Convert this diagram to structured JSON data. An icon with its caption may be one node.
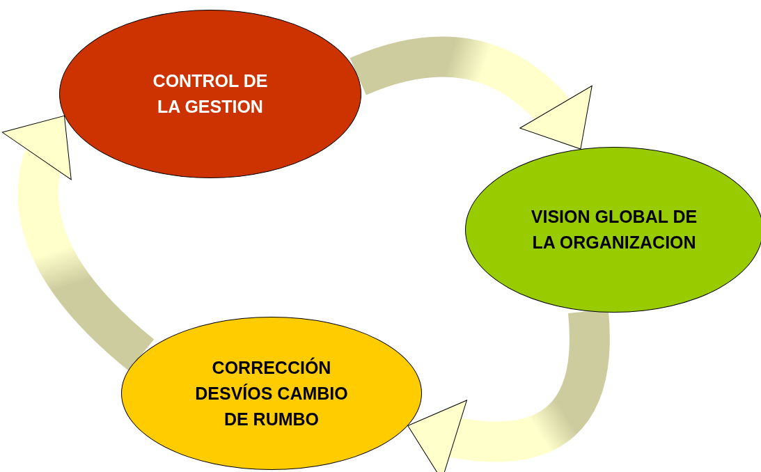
{
  "diagram": {
    "nodes": [
      {
        "text": [
          "CONTROL DE LA GESTION"
        ]
      },
      {
        "text": [
          "VISION GLOBAL DE LA ORGANIZACION"
        ]
      },
      {
        "text": [
          "CORRECCIÓN DESVÍOS CAMBIO DE RUMBO"
        ]
      }
    ],
    "edges": [
      {
        "from": 0,
        "to": 1,
        "arrow": "to"
      },
      {
        "from": 1,
        "to": 2,
        "arrow": "to"
      },
      {
        "from": 2,
        "to": 0,
        "arrow": "to"
      }
    ]
  }
}
